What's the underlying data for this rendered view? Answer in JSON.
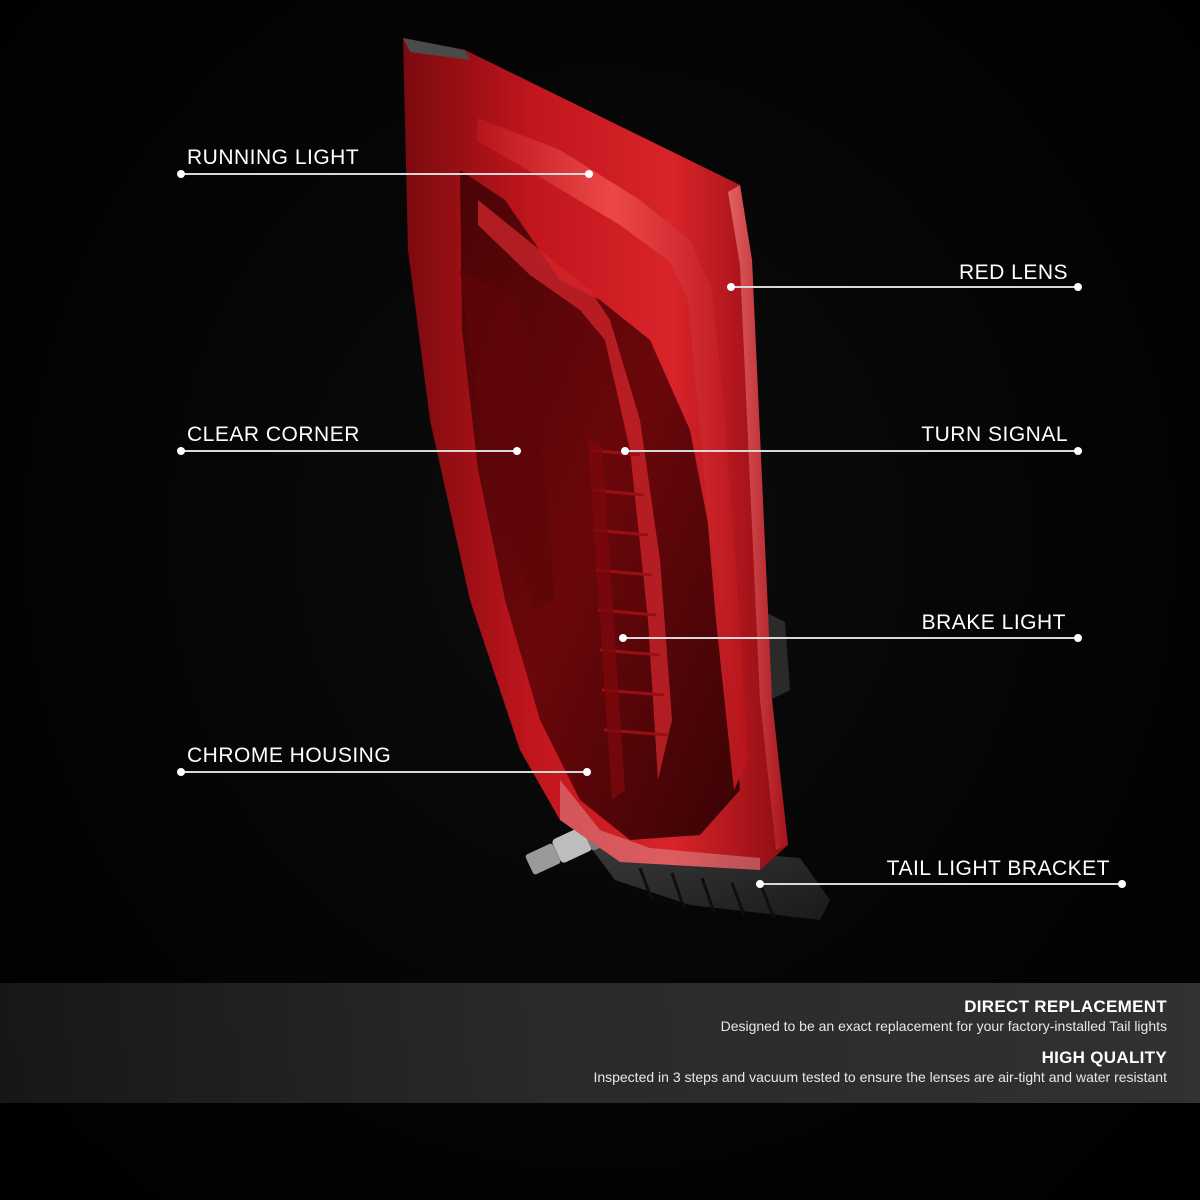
{
  "callouts": {
    "running_light": "RUNNING LIGHT",
    "red_lens": "RED LENS",
    "clear_corner": "CLEAR CORNER",
    "turn_signal": "TURN SIGNAL",
    "brake_light": "BRAKE LIGHT",
    "chrome_housing": "CHROME HOUSING",
    "tail_light_bracket": "TAIL LIGHT BRACKET"
  },
  "features": [
    {
      "title": "DIRECT REPLACEMENT",
      "description": "Designed to be an exact replacement for your factory-installed Tail lights"
    },
    {
      "title": "HIGH QUALITY",
      "description": "Inspected in 3 steps and vacuum tested to ensure the lenses are air-tight and water resistant"
    }
  ],
  "colors": {
    "background": "#000000",
    "lens_red": "#c8141c",
    "lens_dark_red": "#5a0508",
    "bracket": "#2a2a2a",
    "callout_line": "#d8d8d8",
    "text": "#ffffff"
  },
  "product_image": {
    "subject": "tail-light-assembly"
  }
}
